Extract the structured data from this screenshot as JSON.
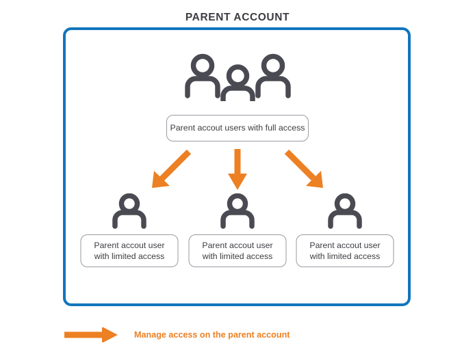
{
  "diagram": {
    "title": "PARENT ACCOUNT",
    "colors": {
      "container_border": "#1275bc",
      "arrow": "#ec8023",
      "icon": "#4a4a52",
      "box_border": "#9a9aa2",
      "text": "#3c3c42",
      "background": "#ffffff"
    },
    "top_node": {
      "icon": "three-people-icon",
      "label": "Parent accout users with full access"
    },
    "child_nodes": [
      {
        "icon": "person-icon",
        "label_line1": "Parent accout user",
        "label_line2": "with limited access",
        "arrow": "arrow-down-left"
      },
      {
        "icon": "person-icon",
        "label_line1": "Parent accout user",
        "label_line2": "with limited access",
        "arrow": "arrow-down"
      },
      {
        "icon": "person-icon",
        "label_line1": "Parent accout user",
        "label_line2": "with limited access",
        "arrow": "arrow-down-right"
      }
    ],
    "legend": {
      "icon": "arrow-right-icon",
      "label": "Manage access on the parent account"
    }
  }
}
